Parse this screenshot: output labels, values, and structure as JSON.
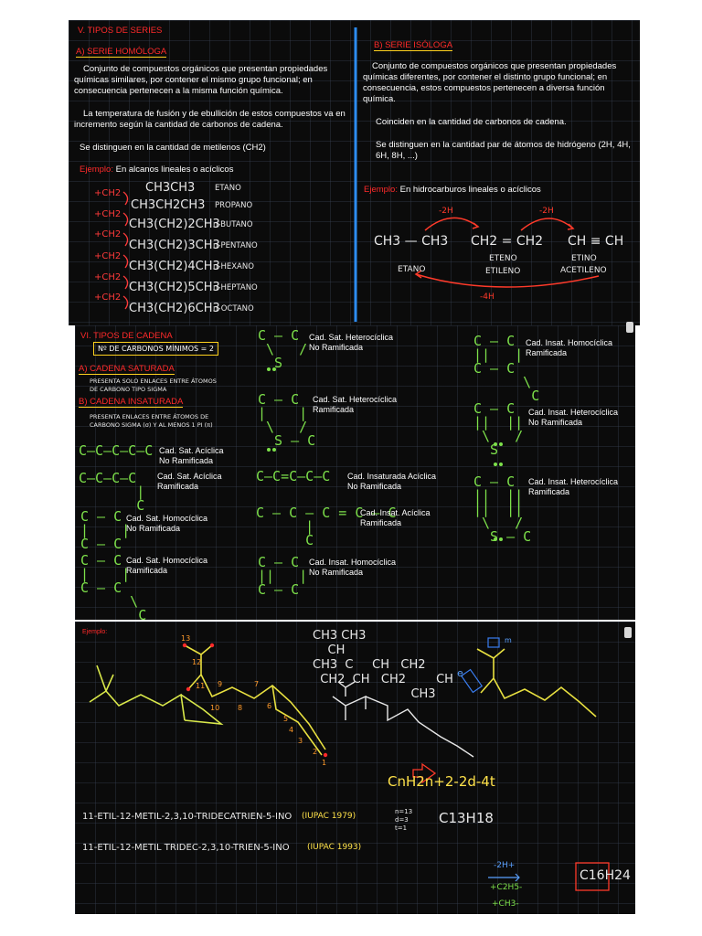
{
  "series": {
    "title": "V. TIPOS DE SERIES",
    "homologa": {
      "heading": "A) SERIE HOMÓLOGA",
      "p1": "Conjunto de compuestos orgánicos que presentan propiedades químicas similares, por contener el mismo grupo funcional; en consecuencia pertenecen a la misma función química.",
      "p2": "La temperatura de fusión y de ebullición de estos compuestos va en incremento según la cantidad de carbonos de cadena.",
      "p3": "Se distinguen en la cantidad de metilenos (CH2)",
      "example_label": "Ejemplo:",
      "example_text": "En alcanos lineales o acíclicos",
      "increments": [
        "+CH2",
        "+CH2",
        "+CH2",
        "+CH2",
        "+CH2",
        "+CH2"
      ],
      "compounds": [
        {
          "formula": "CH3CH3",
          "name": "ETANO"
        },
        {
          "formula": "CH3CH2CH3",
          "name": "PROPANO"
        },
        {
          "formula": "CH3(CH2)2CH3",
          "name": "n-BUTANO"
        },
        {
          "formula": "CH3(CH2)3CH3",
          "name": "n-PENTANO"
        },
        {
          "formula": "CH3(CH2)4CH3",
          "name": "n-HEXANO"
        },
        {
          "formula": "CH3(CH2)5CH3",
          "name": "n-HEPTANO"
        },
        {
          "formula": "CH3(CH2)6CH3",
          "name": "n-OCTANO"
        }
      ]
    },
    "isologa": {
      "heading": "B) SERIE ISÓLOGA",
      "p1": "Conjunto de compuestos orgánicos que presentan propiedades químicas diferentes, por contener el distinto grupo funcional; en consecuencia, estos compuestos pertenecen a diversa función química.",
      "p2": "Coinciden en la cantidad de carbonos de cadena.",
      "p3": "Se distinguen en la cantidad par de átomos de hidrógeno (2H, 4H, 6H, 8H, ...)",
      "example_label": "Ejemplo:",
      "example_text": "En hidrocarburos lineales o acíclicos",
      "arrow1": "-2H",
      "arrow2": "-2H",
      "arrow3": "-4H",
      "etano_formula": "CH3 — CH3",
      "etano_name": "ETANO",
      "eteno_formula": "CH2 = CH2",
      "eteno_name1": "ETENO",
      "eteno_name2": "ETILENO",
      "etino_formula": "CH ≡ CH",
      "etino_name1": "ETINO",
      "etino_name2": "ACETILENO"
    }
  },
  "cadena": {
    "title": "VI. TIPOS DE CADENA",
    "box": "Nº DE CARBONOS MÍNIMOS = 2",
    "saturada_heading": "A) CADENA SATURADA",
    "saturada_desc": "PRESENTA SOLO ENLACES ENTRE ÁTOMOS DE CARBONO TIPO SIGMA",
    "insaturada_heading": "B) CADENA INSATURADA",
    "insaturada_desc": "PRESENTA ENLACES ENTRE ÁTOMOS DE CARBONO SIGMA (σ) Y AL MENOS 1 PI (π)",
    "labels": {
      "sat_aciclica_noram": "Cad. Sat. Acíclica\nNo Ramificada",
      "sat_aciclica_ram": "Cad. Sat. Acíclica\nRamificada",
      "sat_homo_noram": "Cad. Sat. Homocíclica\nNo Ramificada",
      "sat_homo_ram": "Cad. Sat. Homocíclica\nRamificada",
      "sat_hetero_noram": "Cad. Sat. Heterocíclica\nNo Ramificada",
      "sat_hetero_ram": "Cad. Sat. Heterocíclica\nRamificada",
      "insat_aciclica_noram": "Cad. Insaturada Acíclica\nNo Ramificada",
      "insat_aciclica_ram": "Cad. Insat. Acíclica\nRamificada",
      "insat_homo_noram": "Cad. Insat. Homocíclica\nNo Ramificada",
      "insat_homo_ram": "Cad. Insat. Homocíclica\nRamificada",
      "insat_hetero_noram": "Cad. Insat. Heterocíclica\nNo Ramificada",
      "insat_hetero_ram": "Cad. Insat. Heterocíclica\nRamificada"
    }
  },
  "ejemplo": {
    "label": "Ejemplo:",
    "general_formula": "CnH2n+2-2d-4t",
    "params": "n=13\nd=3\nt=1",
    "result": "C13H18",
    "name1979": "11-ETIL-12-METIL-2,3,10-TRIDECATRIEN-5-INO",
    "iupac1979": "(IUPAC 1979)",
    "name1993": "11-ETIL-12-METIL TRIDEC-2,3,10-TRIEN-5-INO",
    "iupac1993": "(IUPAC 1993)",
    "ops": [
      "-2H+",
      "+C2H5-",
      "+CH3-"
    ],
    "final": "C16H24",
    "chain_numbers": [
      "13",
      "12",
      "11",
      "10",
      "9",
      "8",
      "7",
      "6",
      "5",
      "4",
      "3",
      "2",
      "1"
    ],
    "marks": [
      "e",
      "m"
    ]
  },
  "colors": {
    "background": "#0b0b0b",
    "accent_red": "#ff2a2a",
    "accent_yellow": "#ffd21f",
    "chalk_green": "#7de04a",
    "divider_blue": "#2d8cf0"
  }
}
